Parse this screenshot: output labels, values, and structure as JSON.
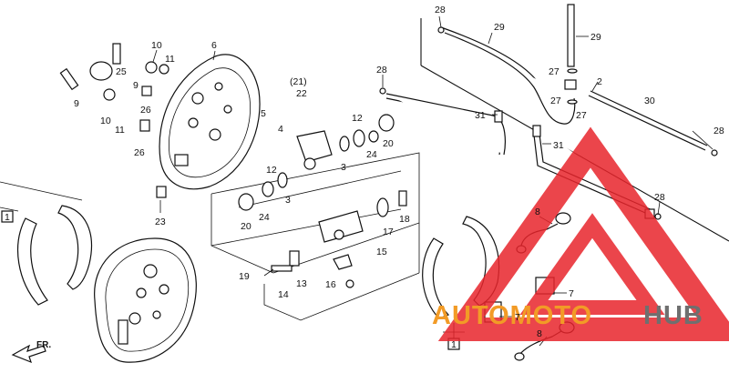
{
  "diagram": {
    "callouts": {
      "c1": "28",
      "c2": "29",
      "c3": "29",
      "c4": "10",
      "c5": "11",
      "c6": "6",
      "c7": "25",
      "c8": "9",
      "c9": "26",
      "c10": "9",
      "c11": "10",
      "c12": "11",
      "c13": "26",
      "c14": "28",
      "c15": "(21)",
      "c16": "22",
      "c17": "27",
      "c18": "2",
      "c19": "27",
      "c20": "27",
      "c21": "30",
      "c22": "31",
      "c23": "28",
      "c24": "5",
      "c25": "4",
      "c26": "12",
      "c27": "20",
      "c28": "24",
      "c29": "3",
      "c30": "31",
      "c31": "12",
      "c32": "3",
      "c33": "28",
      "c34": "20",
      "c35": "24",
      "c36": "18",
      "c37": "17",
      "c38": "8",
      "c39": "23",
      "c40": "15",
      "c41": "19",
      "c42": "14",
      "c43": "13",
      "c44": "16",
      "c45": "7",
      "c46": "7",
      "c47": "8"
    },
    "box_label_left": "1",
    "box_label_right": "1",
    "direction_label": "FR."
  },
  "watermark": {
    "word_orange": "AUTOMOTO",
    "word_gray": "HUB",
    "color_orange": "#f29b26",
    "color_gray": "#6f6f6f",
    "color_red": "#e8252c"
  }
}
